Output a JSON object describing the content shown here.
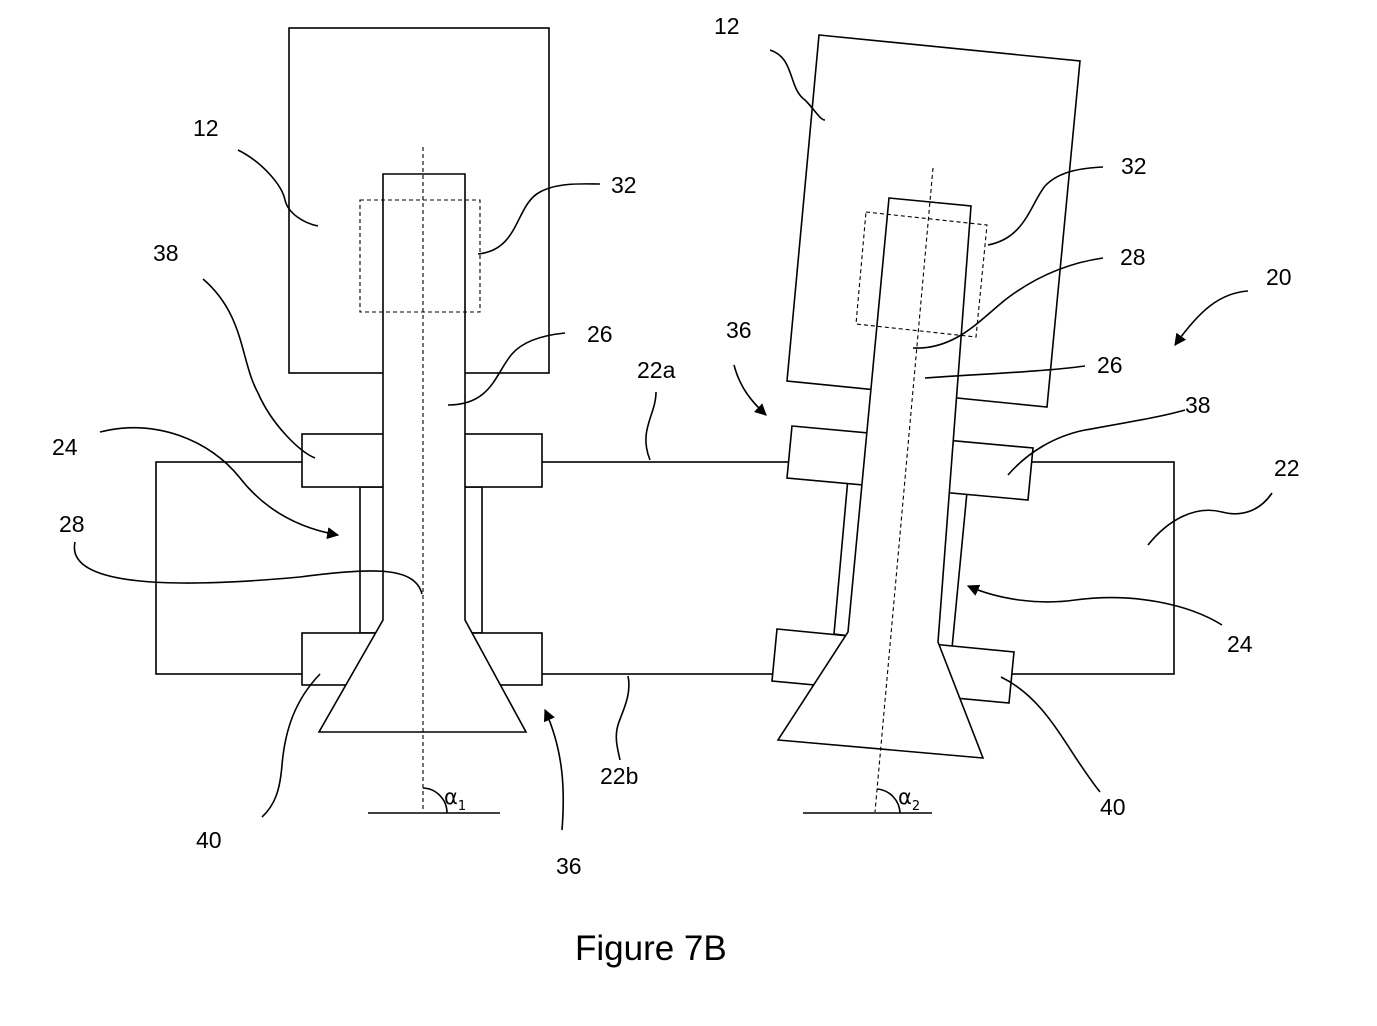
{
  "figure": {
    "caption": "Figure 7B",
    "labels": {
      "housing_left": "12",
      "housing_right": "12",
      "magnet_left": "32",
      "magnet_right": "32",
      "collar_top_left": "38",
      "collar_top_right": "38",
      "stem_left": "26",
      "stem_right": "26",
      "axis_right": "28",
      "axis_left": "28",
      "assembly": "20",
      "bore_left": "24",
      "bore_right": "24",
      "body": "22",
      "top_surface": "22a",
      "bottom_surface": "22b",
      "opening_top": "36",
      "opening_bottom": "36",
      "collar_bottom_left": "40",
      "collar_bottom_right": "40"
    },
    "angles": {
      "left": {
        "symbol": "α",
        "subscript": "1"
      },
      "right": {
        "symbol": "α",
        "subscript": "2"
      }
    }
  }
}
